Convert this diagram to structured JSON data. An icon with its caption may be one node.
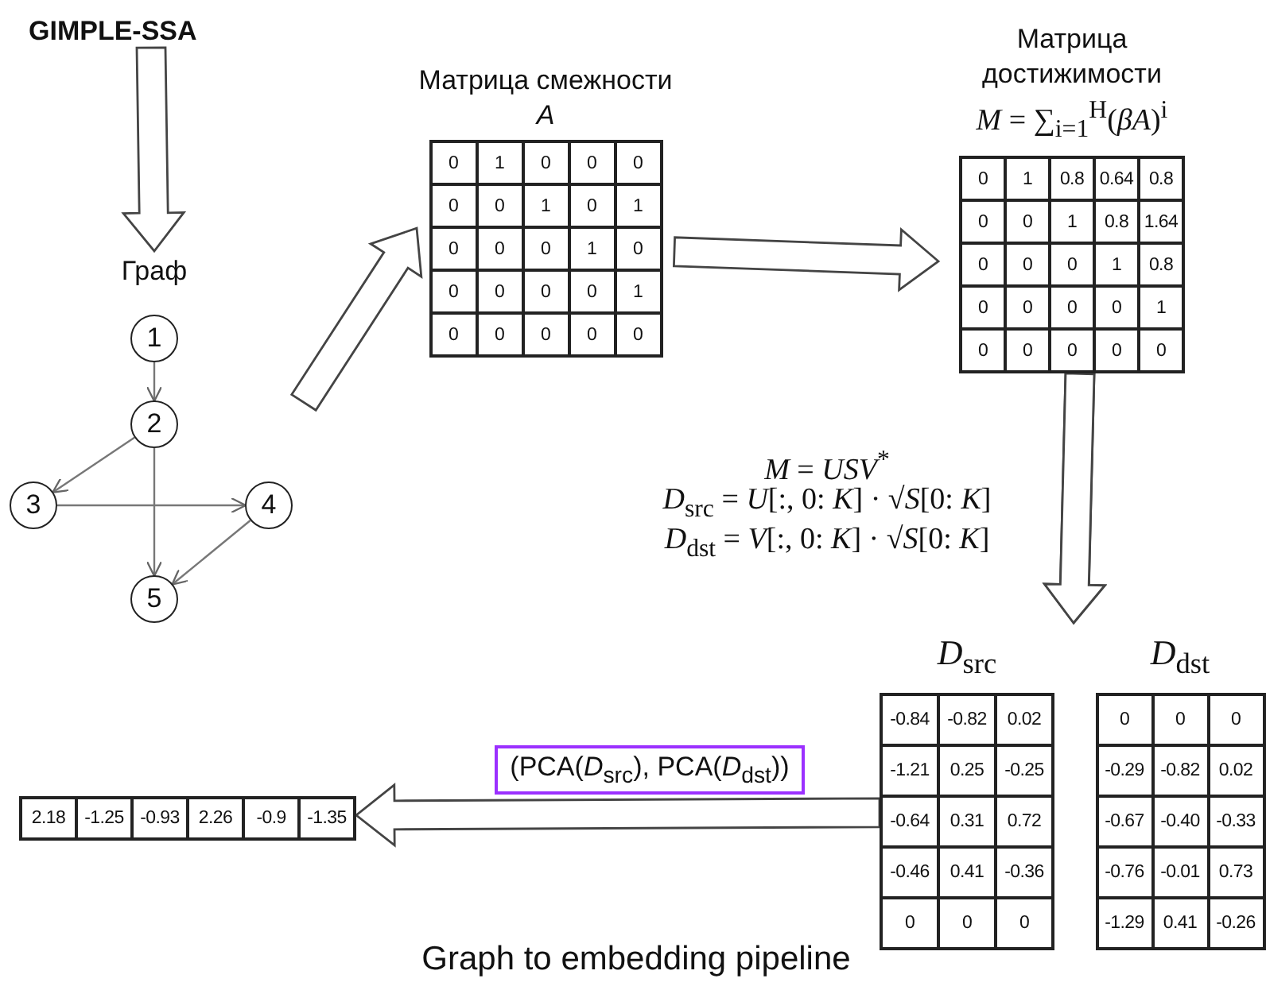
{
  "diagram": {
    "caption": "Graph to embedding pipeline",
    "nodes": [
      {
        "text": [
          "GIMPLE-SSA"
        ]
      },
      {
        "text": [
          "Граф"
        ]
      },
      {
        "text": [
          "1"
        ],
        "in": 1
      },
      {
        "text": [
          "2"
        ],
        "in": 1
      },
      {
        "text": [
          "3"
        ],
        "in": 1
      },
      {
        "text": [
          "4"
        ],
        "in": 1
      },
      {
        "text": [
          "5"
        ],
        "in": 1
      },
      {
        "text": [
          "Матрица смежности *A*",
          "0",
          "1",
          "0",
          "0",
          "0",
          "0",
          "0",
          "1",
          "0",
          "1",
          "0",
          "0",
          "0",
          "1",
          "0",
          "0",
          "0",
          "0",
          "0",
          "1",
          "0",
          "0",
          "0",
          "0",
          "0"
        ]
      },
      {
        "text": [
          "Матрица достижимости",
          "*M* = ∑$_{i=1}$$^{H}$(*βA*)$^{i}$",
          "0",
          "1",
          "0.8",
          "0.64",
          "0.8",
          "0",
          "0",
          "1",
          "0.8",
          "1.64",
          "0",
          "0",
          "0",
          "1",
          "0.8",
          "0",
          "0",
          "0",
          "0",
          "1",
          "0",
          "0",
          "0",
          "0",
          "0"
        ]
      },
      {
        "text": [
          "*D*$_{src}$",
          "-0.84",
          "-0.82",
          "0.02",
          "-1.21",
          "0.25",
          "-0.25",
          "-0.64",
          "0.31",
          "0.72",
          "-0.46",
          "0.41",
          "-0.36",
          "0",
          "0",
          "0"
        ]
      },
      {
        "text": [
          "*D*$_{dst}$",
          "0",
          "0",
          "0",
          "-0.29",
          "-0.82",
          "0.02",
          "-0.67",
          "-0.40",
          "-0.33",
          "-0.76",
          "-0.01",
          "0.73",
          "-1.29",
          "0.41",
          "-0.26"
        ]
      },
      {
        "text": [
          "2.18",
          "-1.25",
          "-0.93",
          "2.26",
          "-0.9",
          "-1.35"
        ]
      }
    ],
    "edges": [
      {
        "from": 0,
        "to": 1,
        "arrow": "to"
      },
      {
        "from": 1,
        "to": 7,
        "arrow": "to"
      },
      {
        "from": 7,
        "to": 8,
        "arrow": "to"
      },
      {
        "from": 8,
        "to": 9,
        "arrow": "to"
      },
      {
        "from": 8,
        "to": 10,
        "arrow": "to"
      },
      {
        "from": 9,
        "to": 11,
        "arrow": "to",
        "label": "(PCA(*D*$_{src}$), PCA(*D*$_{dst}$))"
      },
      {
        "from": 2,
        "to": 3,
        "arrow": "to"
      },
      {
        "from": 3,
        "to": 4,
        "arrow": "to"
      },
      {
        "from": 3,
        "to": 6,
        "arrow": "to"
      },
      {
        "from": 4,
        "to": 5,
        "arrow": "to"
      },
      {
        "from": 5,
        "to": 6,
        "arrow": "to"
      }
    ],
    "labels": [
      "*M* = *USV*$^{*}$",
      "*D*$_{src}$ = *U*[:, 0: *K*] · √*S*[0: *K*]",
      "*D*$_{dst}$ = *V*[:, 0: *K*] · √*S*[0: *K*]"
    ]
  }
}
